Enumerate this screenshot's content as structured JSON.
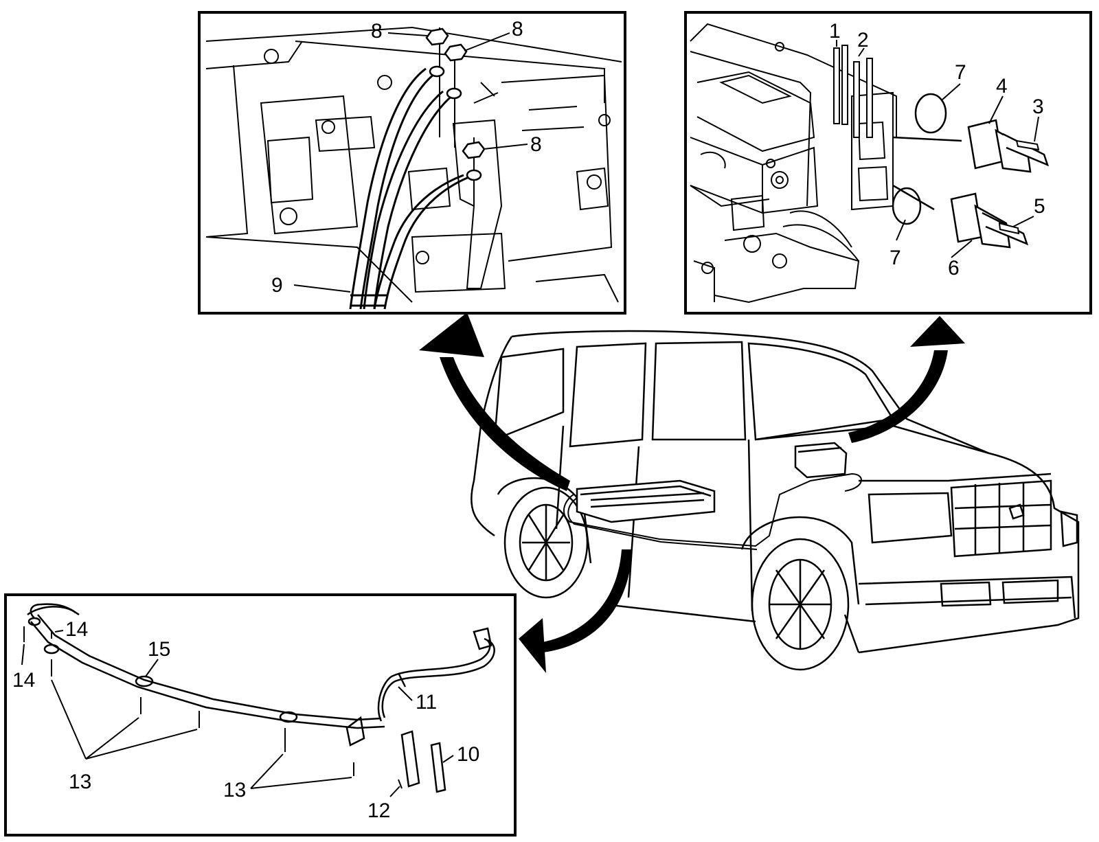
{
  "callouts": {
    "c1": "1",
    "c2": "2",
    "c3": "3",
    "c4": "4",
    "c5": "5",
    "c6": "6",
    "c7a": "7",
    "c7b": "7",
    "c8a": "8",
    "c8b": "8",
    "c8c": "8",
    "c9": "9",
    "c10": "10",
    "c11": "11",
    "c12": "12",
    "c13a": "13",
    "c13b": "13",
    "c14a": "14",
    "c14b": "14",
    "c15": "15"
  },
  "colors": {
    "line": "#000000",
    "background": "#ffffff",
    "arrow": "#000000"
  }
}
